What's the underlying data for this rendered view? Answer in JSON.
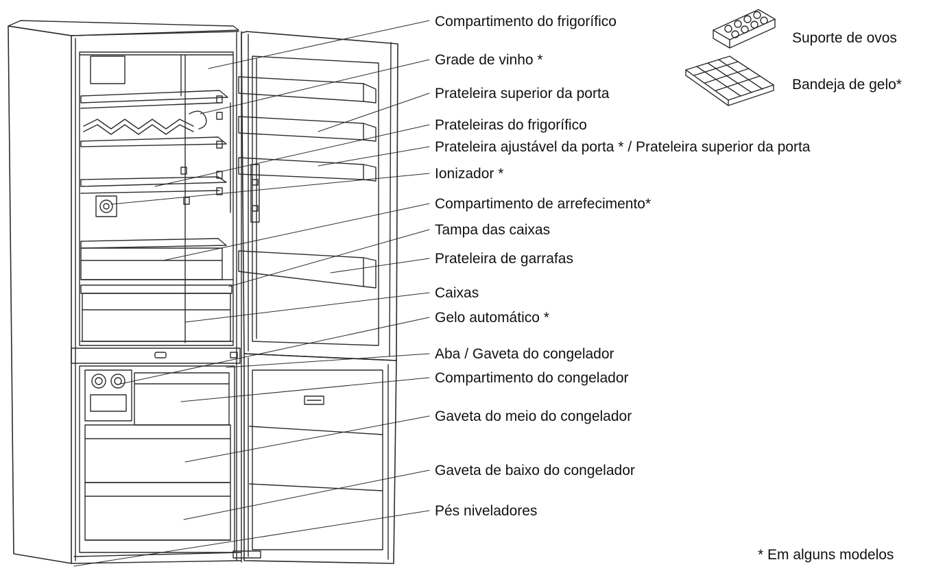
{
  "labels": [
    "Compartimento do frigorífico",
    "Grade de vinho *",
    "Prateleira superior da porta",
    "Prateleiras do frigorífico",
    "Prateleira ajustável da porta * / Prateleira superior da porta",
    "Ionizador *",
    "Compartimento de arrefecimento*",
    "Tampa das caixas",
    "Prateleira de garrafas",
    "Caixas",
    "Gelo automático *",
    "Aba / Gaveta do congelador",
    "Compartimento do congelador",
    "Gaveta do meio do congelador",
    "Gaveta de baixo do congelador",
    "Pés niveladores"
  ],
  "accessories": {
    "egg_holder": "Suporte de ovos",
    "ice_tray": "Bandeja de gelo*"
  },
  "footnote": "* Em alguns modelos",
  "colors": {
    "line": "#2b2b2b",
    "text": "#111111"
  }
}
